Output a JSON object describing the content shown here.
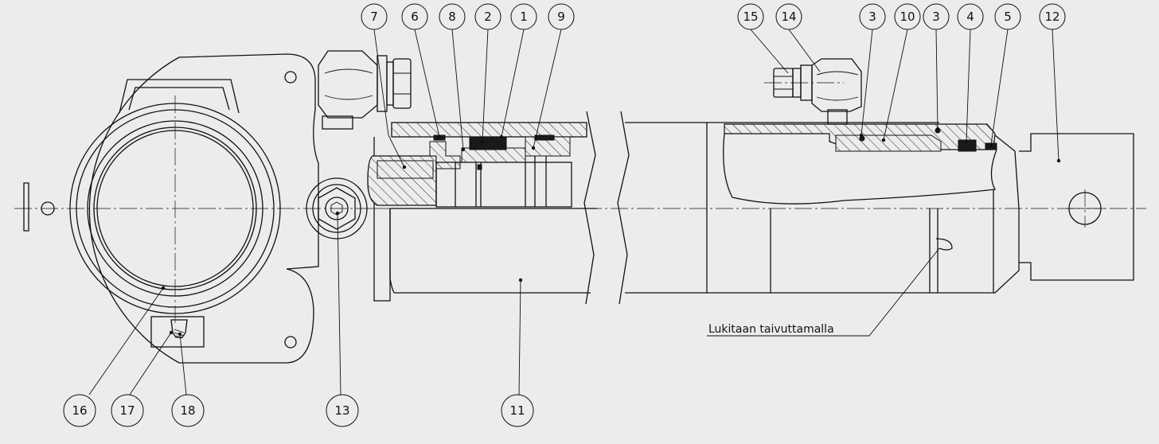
{
  "balloons": [
    "7",
    "6",
    "8",
    "2",
    "1",
    "9",
    "15",
    "14",
    "3",
    "10",
    "3",
    "4",
    "5",
    "12",
    "16",
    "17",
    "18",
    "13",
    "11"
  ],
  "note": "Lukitaan taivuttamalla"
}
